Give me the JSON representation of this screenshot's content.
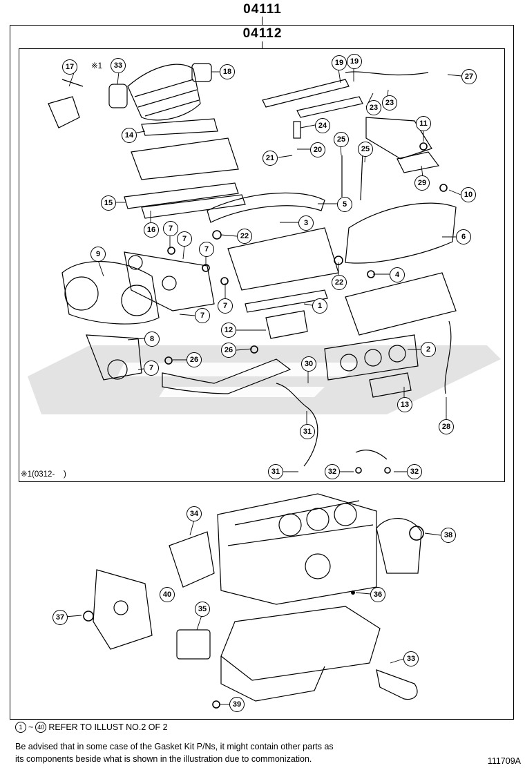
{
  "header": {
    "kit_number": "04111",
    "subkit_number": "04112"
  },
  "notes": {
    "star_label": "※1",
    "range_note": "※1(0312-    )",
    "refer_range_start": "1",
    "refer_range_sep": "~",
    "refer_range_end": "40",
    "refer_text": "REFER TO ILLUST NO.2 OF 2",
    "advisory_line1": "Be advised that in some case of the Gasket Kit P/Ns,  it might contain other parts as",
    "advisory_line2": "its components beside what is shown in the illustration due to commonization.",
    "illustration_id": "111709A"
  },
  "callouts": [
    {
      "label": "17"
    },
    {
      "label": "33"
    },
    {
      "label": "18"
    },
    {
      "label": "19"
    },
    {
      "label": "19"
    },
    {
      "label": "27"
    },
    {
      "label": "14"
    },
    {
      "label": "23"
    },
    {
      "label": "23"
    },
    {
      "label": "11"
    },
    {
      "label": "24"
    },
    {
      "label": "21"
    },
    {
      "label": "20"
    },
    {
      "label": "25"
    },
    {
      "label": "25"
    },
    {
      "label": "29"
    },
    {
      "label": "10"
    },
    {
      "label": "15"
    },
    {
      "label": "5"
    },
    {
      "label": "16"
    },
    {
      "label": "7"
    },
    {
      "label": "3"
    },
    {
      "label": "7"
    },
    {
      "label": "22"
    },
    {
      "label": "6"
    },
    {
      "label": "9"
    },
    {
      "label": "7"
    },
    {
      "label": "22"
    },
    {
      "label": "4"
    },
    {
      "label": "7"
    },
    {
      "label": "1"
    },
    {
      "label": "7"
    },
    {
      "label": "12"
    },
    {
      "label": "8"
    },
    {
      "label": "26"
    },
    {
      "label": "2"
    },
    {
      "label": "7"
    },
    {
      "label": "26"
    },
    {
      "label": "30"
    },
    {
      "label": "13"
    },
    {
      "label": "31"
    },
    {
      "label": "28"
    },
    {
      "label": "31"
    },
    {
      "label": "32"
    },
    {
      "label": "32"
    },
    {
      "label": "34"
    },
    {
      "label": "38"
    },
    {
      "label": "40"
    },
    {
      "label": "36"
    },
    {
      "label": "35"
    },
    {
      "label": "37"
    },
    {
      "label": "33"
    },
    {
      "label": "39"
    }
  ]
}
